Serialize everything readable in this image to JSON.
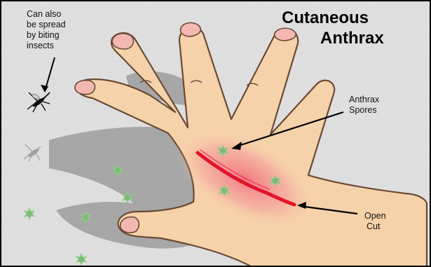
{
  "title": {
    "line1": "Cutaneous",
    "line2": "Anthrax"
  },
  "labels": {
    "insect_note": [
      "Can also",
      "be spread",
      "by biting",
      "insects"
    ],
    "spores": [
      "Anthrax",
      "Spores"
    ],
    "cut": [
      "Open",
      "Cut"
    ]
  },
  "colors": {
    "background": "#dcdcdc",
    "skin": "#f6d2aa",
    "skin_outline": "#6a4a35",
    "nail": "#f4b8b2",
    "shadow": "#9a9a9a",
    "spore": "#8fca8a",
    "cut": "#e3132a",
    "inflammation": "#f07a8a",
    "border": "#000000"
  },
  "icons": [
    "mosquito-icon",
    "spore-icon"
  ]
}
